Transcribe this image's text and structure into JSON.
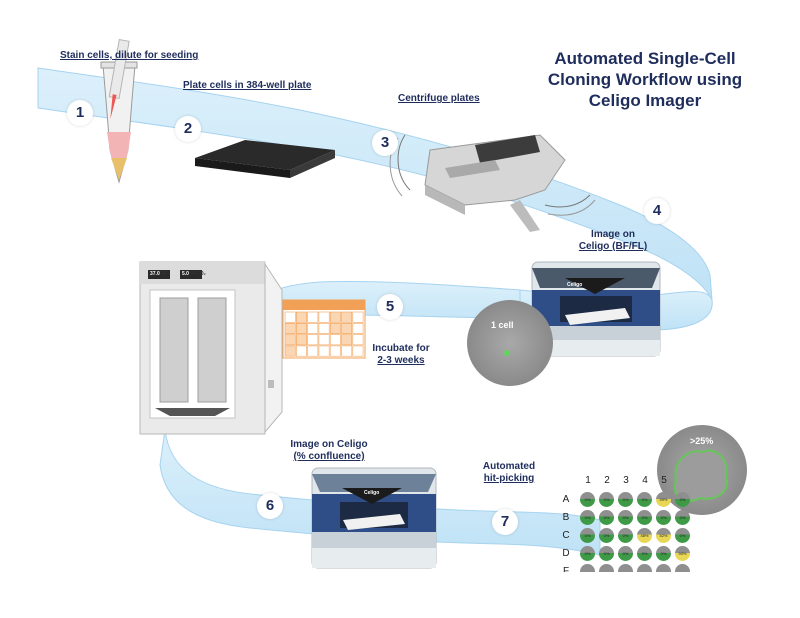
{
  "title": [
    "Automated Single-Cell",
    "Cloning Workflow using",
    "Celigo Imager"
  ],
  "steps": [
    {
      "number": "1",
      "label": "Stain cells, dilute for seeding"
    },
    {
      "number": "2",
      "label": "Plate cells in 384-well plate"
    },
    {
      "number": "3",
      "label": "Centrifuge plates"
    },
    {
      "number": "4",
      "label_line1": "Image on",
      "label_line2": "Celigo (BF/FL)"
    },
    {
      "number": "5",
      "label_line1": "Incubate for",
      "label_line2": "2-3 weeks"
    },
    {
      "number": "6",
      "label_line1": "Image on Celigo",
      "label_line2": "(% confluence)"
    },
    {
      "number": "7",
      "label_line1": "Automated",
      "label_line2": "hit-picking"
    }
  ],
  "single_cell_label": "1 cell",
  "confluence_label": ">25%",
  "incubator": {
    "temp": "37.0",
    "temp_unit": "°C",
    "co2": "5.0",
    "co2_unit": "% CO₂"
  },
  "imager_brand": "Celigo",
  "plate": {
    "columns": [
      "1",
      "2",
      "3",
      "4",
      "5"
    ],
    "rows": [
      "A",
      "B",
      "C",
      "D",
      "F"
    ],
    "cells": [
      [
        "0%",
        "0%",
        "0%",
        "0%",
        "59%",
        "0%"
      ],
      [
        "0%",
        "0%",
        "0%",
        "0%",
        "0%",
        "0%"
      ],
      [
        "0%",
        "0%",
        "0%",
        "48%",
        "52%",
        "0%"
      ],
      [
        "0%",
        "0%",
        "0%",
        "0%",
        "0%",
        "90%"
      ]
    ],
    "highlight_cells": [
      [
        0,
        4
      ],
      [
        2,
        3
      ],
      [
        2,
        4
      ],
      [
        3,
        5
      ]
    ]
  },
  "colors": {
    "ribbon": "#cfe9f9",
    "ribbon_edge": "#9fd0ee",
    "navy": "#1f2d5c",
    "orange": "#f2a055",
    "green_well": "#3e9a47",
    "highlight_well": "#e7d755"
  }
}
